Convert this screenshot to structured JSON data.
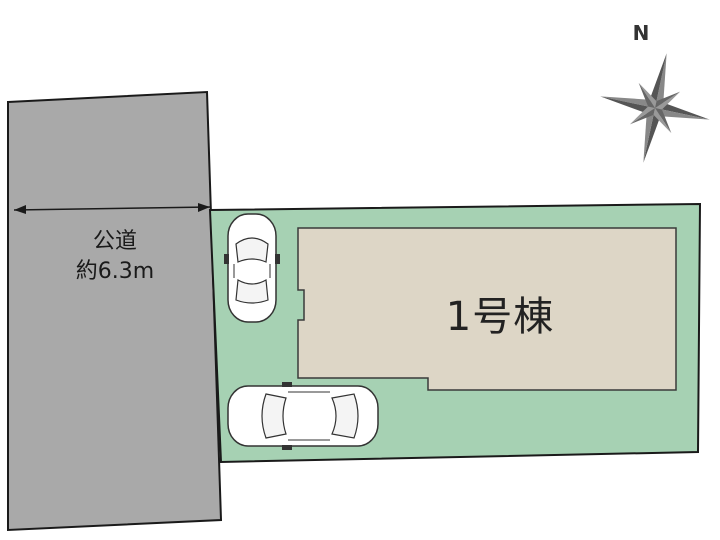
{
  "road": {
    "name": "公道",
    "width_label": "約6.3m"
  },
  "building": {
    "label": "1号棟"
  },
  "compass": {
    "north_label": "N"
  },
  "colors": {
    "road": "#a9a9a9",
    "lot": "#a6d1b3",
    "building": "#ddd6c6",
    "outline": "#1a1a1a"
  },
  "icons": [
    "compass-rose-icon",
    "car-icon"
  ]
}
